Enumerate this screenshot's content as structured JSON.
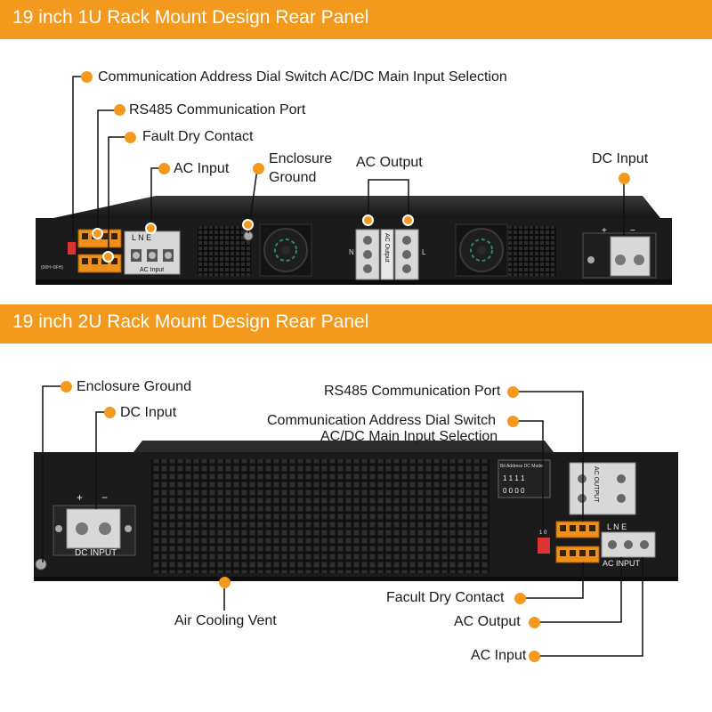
{
  "colors": {
    "accent": "#f39a1e",
    "chassis": "#1b1b1b",
    "callout_line": "#111111"
  },
  "panel_1u": {
    "title": "19 inch 1U Rack Mount Design Rear Panel",
    "callouts": {
      "comm_address_dial": "Communication Address Dial Switch AC/DC Main Input Selection",
      "rs485_port": "RS485 Communication Port",
      "fault_dry_contact": "Fault Dry Contact",
      "ac_input": "AC Input",
      "enclosure_ground_line1": "Enclosure",
      "enclosure_ground_line2": "Ground",
      "ac_output": "AC Output",
      "dc_input": "DC Input"
    },
    "device_text": {
      "lne": "L  N  E",
      "ac_input_plate": "AC Input",
      "ac_output_plate": "AC Output",
      "n_mark": "N",
      "l_mark": "L",
      "plus": "+",
      "minus": "−",
      "dial_caption": "(00H~0FH)"
    }
  },
  "panel_2u": {
    "title": "19 inch 2U Rack Mount Design Rear Panel",
    "callouts": {
      "enclosure_ground": "Enclosure Ground",
      "dc_input": "DC Input",
      "rs485_port": "RS485 Communication Port",
      "comm_address_dial_line1": "Communication Address Dial Switch",
      "comm_address_dial_line2": "AC/DC Main Input Selection",
      "air_cooling_vent": "Air Cooling Vent",
      "fault_dry_contact": "Facult Dry Contact",
      "ac_output": "AC Output",
      "ac_input": "AC Input"
    },
    "device_text": {
      "dc_input_plate": "DC  INPUT",
      "ac_input_plate": "AC  INPUT",
      "lne": "L   N   E",
      "plus": "+",
      "minus": "−",
      "address_table_header": "Bit  Address  DC Mode",
      "address_row_1": "1 1 1 1",
      "address_row_0": "0 0 0 0",
      "dip_mark_on": "1  0",
      "ac_output_plate": "AC OUTPUT"
    }
  }
}
